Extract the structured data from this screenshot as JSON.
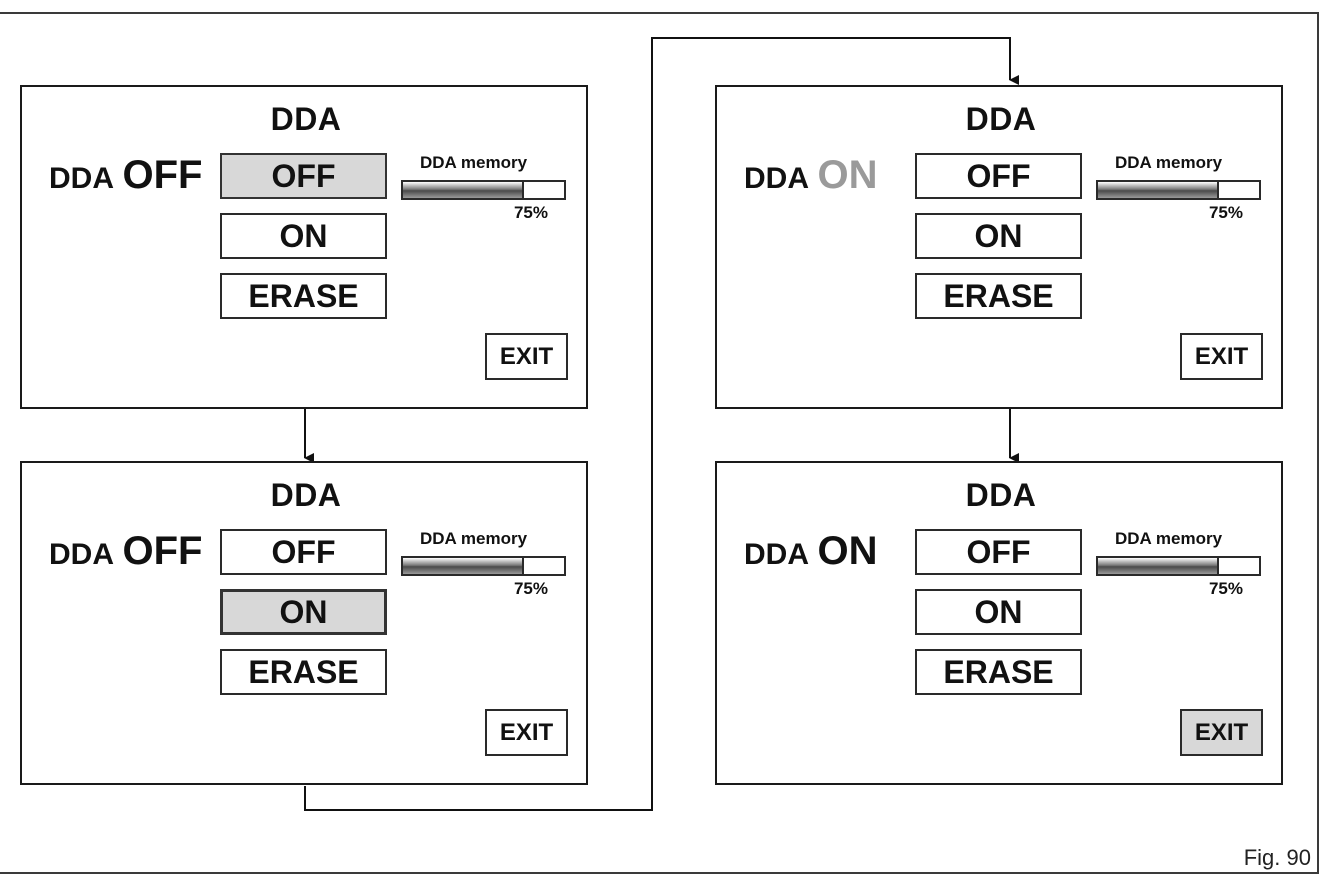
{
  "figure_label": "Fig. 90",
  "screens": [
    {
      "title": "DDA",
      "status_prefix": "DDA",
      "status_value": "OFF",
      "status_pending": false,
      "options": {
        "off": "OFF",
        "on": "ON",
        "erase": "ERASE"
      },
      "selected_option": "off",
      "memory_label": "DDA memory",
      "memory_percent_text": "75%",
      "memory_fill": 0.75,
      "exit_label": "EXIT",
      "exit_selected": false
    },
    {
      "title": "DDA",
      "status_prefix": "DDA",
      "status_value": "OFF",
      "status_pending": false,
      "options": {
        "off": "OFF",
        "on": "ON",
        "erase": "ERASE"
      },
      "selected_option": "on",
      "memory_label": "DDA memory",
      "memory_percent_text": "75%",
      "memory_fill": 0.75,
      "exit_label": "EXIT",
      "exit_selected": false
    },
    {
      "title": "DDA",
      "status_prefix": "DDA",
      "status_value": "ON",
      "status_pending": true,
      "options": {
        "off": "OFF",
        "on": "ON",
        "erase": "ERASE"
      },
      "selected_option": "",
      "memory_label": "DDA memory",
      "memory_percent_text": "75%",
      "memory_fill": 0.75,
      "exit_label": "EXIT",
      "exit_selected": false
    },
    {
      "title": "DDA",
      "status_prefix": "DDA",
      "status_value": "ON",
      "status_pending": false,
      "options": {
        "off": "OFF",
        "on": "ON",
        "erase": "ERASE"
      },
      "selected_option": "",
      "memory_label": "DDA memory",
      "memory_percent_text": "75%",
      "memory_fill": 0.75,
      "exit_label": "EXIT",
      "exit_selected": true
    }
  ]
}
